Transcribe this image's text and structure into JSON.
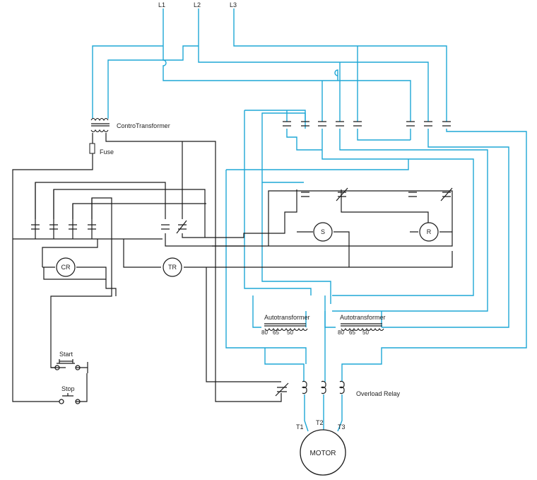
{
  "lines": {
    "l1": "L1",
    "l2": "L2",
    "l3": "L3"
  },
  "components": {
    "control_transformer": "ControTransformer",
    "fuse": "Fuse",
    "cr": "CR",
    "tr": "TR",
    "s": "S",
    "r": "R",
    "autotransformer_left": "Autotransformer",
    "autotransformer_right": "Autotransformer",
    "taps_left": [
      "80",
      "65",
      "50"
    ],
    "taps_right": [
      "80",
      "65",
      "50"
    ],
    "start": "Start",
    "stop": "Stop",
    "overload_relay": "Overload Relay",
    "motor": "MOTOR",
    "terminals": [
      "T1",
      "T2",
      "T3"
    ]
  },
  "colors": {
    "power_wire": "#1ea7d6",
    "control_wire": "#1a1a1a",
    "background": "#ffffff"
  }
}
